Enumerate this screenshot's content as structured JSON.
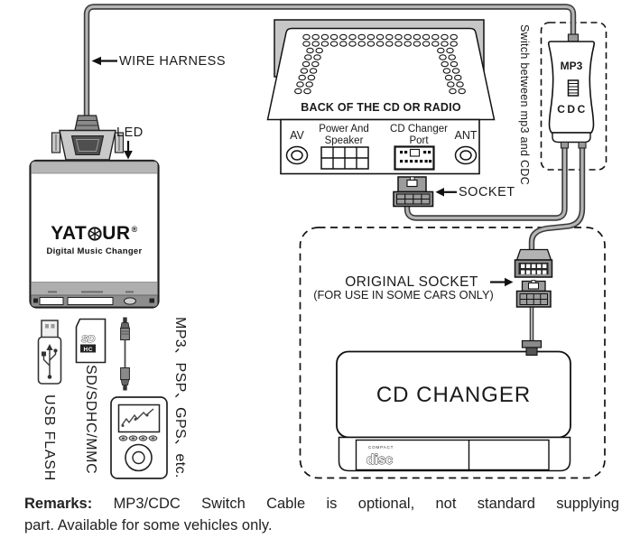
{
  "labels": {
    "wire_harness": "WIRE HARNESS",
    "led": "LED",
    "socket": "SOCKET",
    "original_socket": "ORIGINAL SOCKET",
    "original_socket_note": "(FOR USE IN SOME CARS ONLY)",
    "switch_cable_vertical": "Switch between mp3 and CDC"
  },
  "radio": {
    "title": "BACK OF THE CD OR RADIO",
    "port_av": "AV",
    "port_power_speaker": "Power And Speaker",
    "port_cd_changer": "CD Changer Port",
    "port_ant": "ANT"
  },
  "yatour_unit": {
    "brand_left": "YAT",
    "brand_right": "UR",
    "trademark": "®",
    "subtitle": "Digital Music Changer"
  },
  "switch": {
    "mode_top": "MP3",
    "mode_bottom": "CDC"
  },
  "cd_changer": {
    "label": "CD CHANGER",
    "disc_logo_small": "COMPACT",
    "disc_logo": "disc"
  },
  "media_sources": {
    "usb_label": "USB FLASH",
    "sd_label": "SD/SDHC/MMC",
    "aux_label": "MP3、PSP、GPS、etc.",
    "sd_card_text_top": "SD",
    "sd_card_text_bottom": "HC"
  },
  "remarks": {
    "heading": "Remarks:",
    "line1": "MP3/CDC Switch Cable is optional, not standard supplying",
    "line2": "part. Available for some vehicles only."
  }
}
